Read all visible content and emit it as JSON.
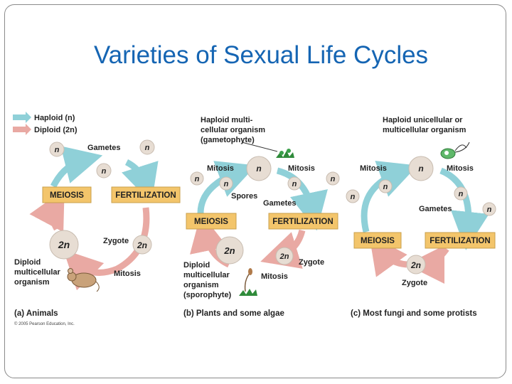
{
  "title": "Varieties of Sexual Life Cycles",
  "colors": {
    "title": "#1565b3",
    "haploid": "#8fd0d8",
    "diploid": "#e9a9a3",
    "box_fill": "#f3c56b",
    "node": "#e7ddd3"
  },
  "legend": {
    "haploid": "Haploid (n)",
    "diploid": "Diploid (2n)"
  },
  "copyright": "© 2005 Pearson Education, Inc.",
  "panels": {
    "a": {
      "caption": "(a) Animals",
      "meiosis": "MEIOSIS",
      "fertilization": "FERTILIZATION",
      "gametes": "Gametes",
      "zygote": "Zygote",
      "mitosis": "Mitosis",
      "diploid_org": [
        "Diploid",
        "multicellular",
        "organism"
      ],
      "n": "n",
      "two_n": "2n"
    },
    "b": {
      "caption": "(b) Plants and some algae",
      "haploid_org": [
        "Haploid multi-",
        "cellular organism",
        "(gametophyte)"
      ],
      "mitosis_left": "Mitosis",
      "mitosis_right": "Mitosis",
      "mitosis_lower": "Mitosis",
      "spores": "Spores",
      "gametes": "Gametes",
      "meiosis": "MEIOSIS",
      "fertilization": "FERTILIZATION",
      "zygote": "Zygote",
      "diploid_org": [
        "Diploid",
        "multicellular",
        "organism",
        "(sporophyte)"
      ],
      "n": "n",
      "two_n": "2n"
    },
    "c": {
      "caption": "(c) Most fungi and some protists",
      "haploid_org": [
        "Haploid unicellular or",
        "multicellular organism"
      ],
      "mitosis_left": "Mitosis",
      "mitosis_right": "Mitosis",
      "gametes": "Gametes",
      "meiosis": "MEIOSIS",
      "fertilization": "FERTILIZATION",
      "zygote": "Zygote",
      "n": "n",
      "two_n": "2n"
    }
  }
}
